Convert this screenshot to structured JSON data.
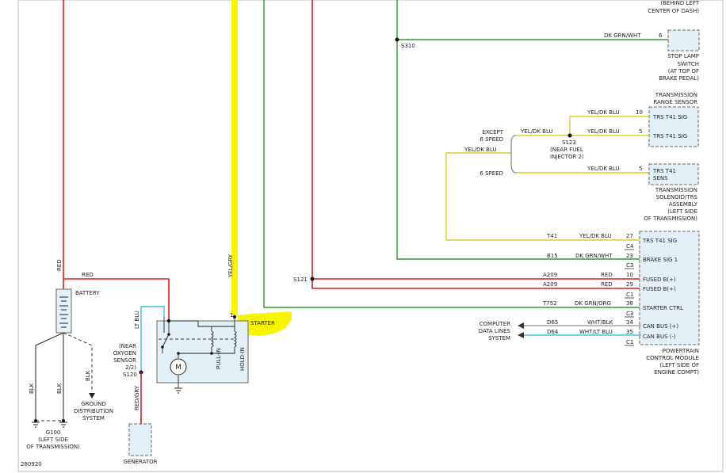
{
  "labels": {
    "behind_left": "(BEHIND LEFT",
    "center_dash": "CENTER OF DASH)",
    "stop_wire": "DK GRN/WHT",
    "stop_pin": "6",
    "s310": "S310",
    "stop_switch": [
      "STOP LAMP",
      "SWITCH",
      "(AT TOP OF",
      "BRAKE PEDAL)"
    ],
    "trs_title": [
      "TRANSMISSION",
      "RANGE SENSOR"
    ],
    "trs_sig1": "TRS T41 SIG",
    "trs_sig2": "TRS T41 SIG",
    "trs_wire_a": "YEL/DK BLU",
    "trs_pin_a": "10",
    "trs_wire_b": "YEL/DK BLU",
    "trs_pin_b": "5",
    "except6": [
      "EXCEPT",
      "6 SPEED"
    ],
    "wire_except": "YEL/DK BLU",
    "s123": [
      "S123",
      "(NEAR FUEL",
      "INJECTOR 2)"
    ],
    "wire_main_yel": "YEL/DK BLU",
    "six_speed": "6 SPEED",
    "wire_six": "YEL/DK BLU",
    "pin_six": "5",
    "trs_sens": [
      "TRS T41",
      "SENS"
    ],
    "solenoid": [
      "TRANSMISSION",
      "SOLENOID/TRS",
      "ASSEMBLY",
      "(LEFT SIDE",
      "OF TRANSMISSION)"
    ],
    "pcm_rows": [
      {
        "circuit": "T41",
        "wire": "YEL/DK BLU",
        "pin": "27",
        "label": "TRS T41 SIG",
        "conn": "C4"
      },
      {
        "circuit": "B15",
        "wire": "DK GRN/WHT",
        "pin": "23",
        "label": "BRAKE SIG 1",
        "conn": "C3"
      },
      {
        "circuit": "A209",
        "wire": "RED",
        "pin": "10",
        "label": "FUSED B(+)",
        "conn": ""
      },
      {
        "circuit": "A209",
        "wire": "RED",
        "pin": "29",
        "label": "FUSED B(+)",
        "conn": "C1"
      },
      {
        "circuit": "T752",
        "wire": "DK GRN/ORG",
        "pin": "38",
        "label": "STARTER CTRL",
        "conn": "C3"
      },
      {
        "circuit": "D65",
        "wire": "WHT/BLK",
        "pin": "34",
        "label": "CAN BUS (+)",
        "conn": ""
      },
      {
        "circuit": "D64",
        "wire": "WHT/LT BLU",
        "pin": "35",
        "label": "CAN BUS (-)",
        "conn": "C1"
      }
    ],
    "s121": "S121",
    "computer_data": [
      "COMPUTER",
      "DATA LINES",
      "SYSTEM"
    ],
    "pcm_title": [
      "POWERTRAIN",
      "CONTROL MODULE",
      "(LEFT SIDE OF",
      "ENGINE COMPT)"
    ],
    "red_vertical": "RED",
    "red_batt": "RED",
    "battery": "BATTERY",
    "blk1": "BLK",
    "blk2": "BLK",
    "blk3": "BLK",
    "ground_dist": [
      "GROUND",
      "DISTRIBUTION",
      "SYSTEM"
    ],
    "g100": [
      "G100",
      "(LEFT SIDE",
      "OF TRANSMISSION)"
    ],
    "lt_blu": "LT BLU",
    "oxygen": [
      "(NEAR",
      "OXYGEN",
      "SENSOR",
      "2/2)"
    ],
    "s120": "S120",
    "red_gry": "RED/GRY",
    "generator": "GENERATOR",
    "yel_gry": "YEL/GRY",
    "starter_pin": "1",
    "starter": "STARTER",
    "pull_in": "PULL-IN",
    "hold_in": "HOLD-IN",
    "motor": "M",
    "fig_id": "280920"
  },
  "colors": {
    "red_wire": "#d81e1e",
    "green_wire": "#2f9a2f",
    "yellow_wire": "#d8cf2a",
    "blue_wire": "#40c0ea",
    "highlight": "#f7f400",
    "component_fill": "#e4f0f8"
  }
}
